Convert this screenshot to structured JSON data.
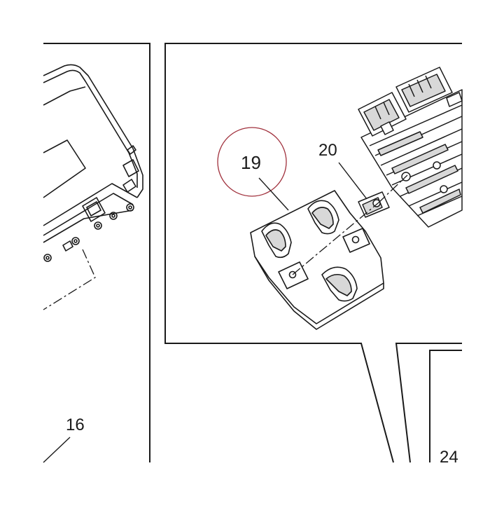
{
  "callouts": {
    "part_19": "19",
    "part_20": "20",
    "part_16": "16",
    "part_24": "24"
  },
  "colors": {
    "line": "#1a1a1a",
    "highlight_circle": "#a0303c",
    "fill_light": "#ffffff",
    "fill_shade": "#d8d8d8"
  }
}
